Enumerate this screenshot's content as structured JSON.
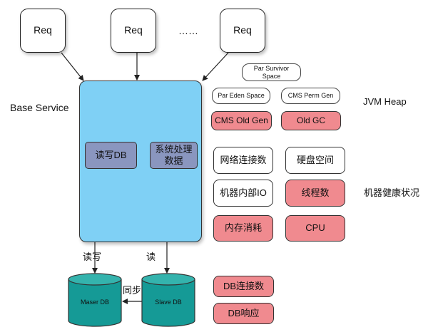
{
  "requests": {
    "req1": "Req",
    "req2": "Req",
    "ellipsis": "……",
    "req3": "Req"
  },
  "service": {
    "label": "Base Service",
    "read_write_db": "读写DB",
    "system_processing": "系统处理\n数据"
  },
  "jvm": {
    "title": "JVM Heap",
    "survivor": "Par Survivor\nSpace",
    "eden": "Par Eden Space",
    "perm": "CMS Perm Gen",
    "old_gen": "CMS Old Gen",
    "old_gc": "Old GC"
  },
  "machine": {
    "title": "机器健康状况",
    "network_connections": "网络连接数",
    "disk_space": "硬盘空间",
    "internal_io": "机器内部IO",
    "threads": "线程数",
    "memory_usage": "内存消耗",
    "cpu": "CPU"
  },
  "database": {
    "read_write_label": "读写",
    "read_label": "读",
    "sync_label": "同步",
    "master": "Maser DB",
    "slave": "Slave DB",
    "db_connections": "DB连接数",
    "db_response": "DB响应"
  },
  "colors": {
    "service_fill": "#7fd0f5",
    "inner_fill": "#8a96bf",
    "alert_fill": "#f08a8f",
    "db_fill": "#159a96"
  }
}
